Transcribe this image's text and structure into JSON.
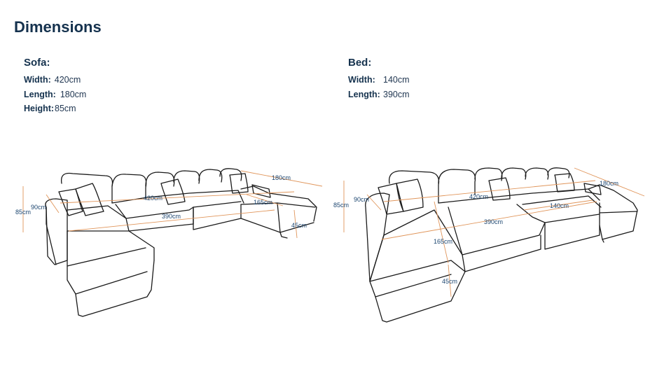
{
  "header": {
    "title": "Dimensions"
  },
  "sofa": {
    "heading": "Sofa:",
    "specs": [
      {
        "label": "Width:",
        "value": "420cm"
      },
      {
        "label": "Length:",
        "value": "180cm"
      },
      {
        "label": "Height:",
        "value": "85cm"
      }
    ],
    "drawing_labels": {
      "height": "85cm",
      "seat_height": "90cm",
      "width": "420cm",
      "inner_width": "390cm",
      "length": "180cm",
      "chaise_length": "165cm",
      "seat_depth": "45cm"
    }
  },
  "bed": {
    "heading": "Bed:",
    "specs": [
      {
        "label": "Width:",
        "value": "140cm"
      },
      {
        "label": "Length:",
        "value": "390cm"
      }
    ],
    "drawing_labels": {
      "height": "85cm",
      "seat_height": "90cm",
      "width": "420cm",
      "inner_width": "390cm",
      "bed_width": "140cm",
      "length": "180cm",
      "chaise_length": "165cm",
      "seat_depth": "45cm"
    }
  },
  "colors": {
    "heading": "#15324e",
    "dimension_line": "#e0955a",
    "dimension_text": "#1d4670",
    "outline": "#1a1a1a"
  }
}
